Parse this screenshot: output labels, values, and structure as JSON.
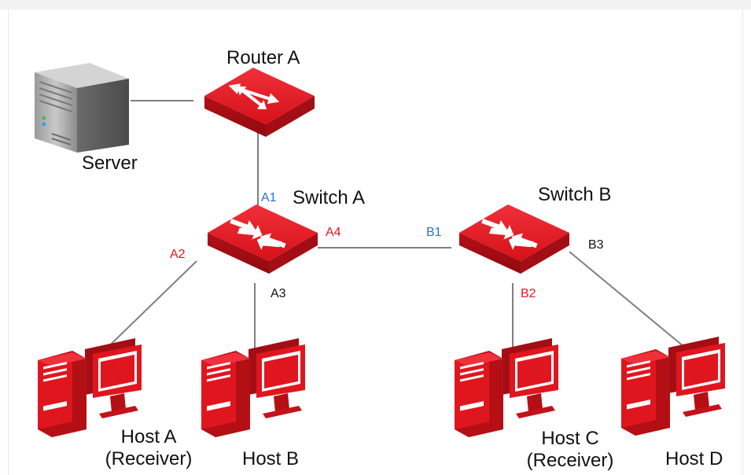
{
  "colors": {
    "device_red": "#e0161f",
    "device_red_dark": "#a30e14",
    "link": "#7f7f7f",
    "port_blue": "#2f6fd1",
    "port_red": "#e3161f",
    "port_black": "#111111"
  },
  "devices": {
    "router_a": {
      "label": "Router A",
      "icon": "router-icon"
    },
    "server": {
      "label": "Server",
      "icon": "server-icon"
    },
    "switch_a": {
      "label": "Switch A",
      "icon": "switch-icon"
    },
    "switch_b": {
      "label": "Switch B",
      "icon": "switch-icon"
    },
    "host_a": {
      "line1": "Host A",
      "line2": "(Receiver)",
      "icon": "pc-icon"
    },
    "host_b": {
      "line1": "Host B",
      "icon": "pc-icon"
    },
    "host_c": {
      "line1": "Host C",
      "line2": "(Receiver)",
      "icon": "pc-icon"
    },
    "host_d": {
      "line1": "Host D",
      "icon": "pc-icon"
    }
  },
  "ports": {
    "a1": {
      "label": "A1",
      "color": "blue"
    },
    "a2": {
      "label": "A2",
      "color": "red"
    },
    "a3": {
      "label": "A3",
      "color": "black"
    },
    "a4": {
      "label": "A4",
      "color": "red"
    },
    "b1": {
      "label": "B1",
      "color": "blue"
    },
    "b2": {
      "label": "B2",
      "color": "red"
    },
    "b3": {
      "label": "B3",
      "color": "black"
    }
  },
  "links": [
    {
      "from": "Server",
      "to": "Router A"
    },
    {
      "from": "Router A",
      "to": "Switch A",
      "port": "A1"
    },
    {
      "from": "Switch A",
      "to": "Host A",
      "port": "A2"
    },
    {
      "from": "Switch A",
      "to": "Host B",
      "port": "A3"
    },
    {
      "from": "Switch A",
      "to": "Switch B",
      "ports": [
        "A4",
        "B1"
      ]
    },
    {
      "from": "Switch B",
      "to": "Host C",
      "port": "B2"
    },
    {
      "from": "Switch B",
      "to": "Host D",
      "port": "B3"
    }
  ]
}
